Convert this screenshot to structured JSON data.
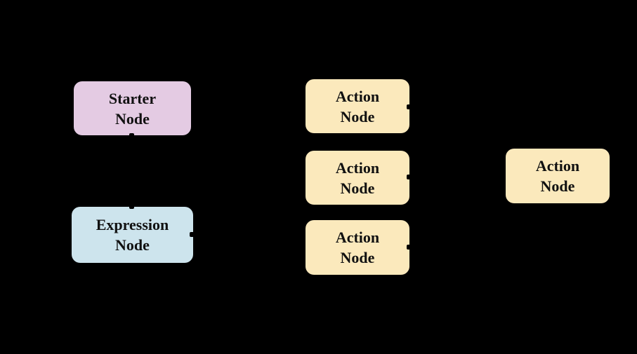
{
  "canvas": {
    "background_color": "#000000",
    "description": "Flowchart diagram with starter, expression and action nodes"
  },
  "colors": {
    "starter_fill": "#E4CBE3",
    "expression_fill": "#CDE4ED",
    "action_fill": "#FBE9BC",
    "node_text": "#111111",
    "connector": "#000000"
  },
  "nodes": [
    {
      "id": "starter-node",
      "type": "starter",
      "line1": "Starter",
      "line2": "Node",
      "fill": "#E4CBE3"
    },
    {
      "id": "expression-node",
      "type": "expression",
      "line1": "Expression",
      "line2": "Node",
      "fill": "#CDE4ED"
    },
    {
      "id": "action-node-1",
      "type": "action",
      "line1": "Action",
      "line2": "Node",
      "fill": "#FBE9BC"
    },
    {
      "id": "action-node-2",
      "type": "action",
      "line1": "Action",
      "line2": "Node",
      "fill": "#FBE9BC"
    },
    {
      "id": "action-node-3",
      "type": "action",
      "line1": "Action",
      "line2": "Node",
      "fill": "#FBE9BC"
    },
    {
      "id": "action-node-right",
      "type": "action",
      "line1": "Action",
      "line2": "Node",
      "fill": "#FBE9BC"
    }
  ],
  "connector_stubs": [
    {
      "at": "starter-node-bottom-center"
    },
    {
      "at": "expression-node-top-center"
    },
    {
      "at": "expression-node-right-middle"
    },
    {
      "at": "action-node-1-right-middle"
    },
    {
      "at": "action-node-2-right-middle"
    },
    {
      "at": "action-node-3-right-middle"
    }
  ]
}
